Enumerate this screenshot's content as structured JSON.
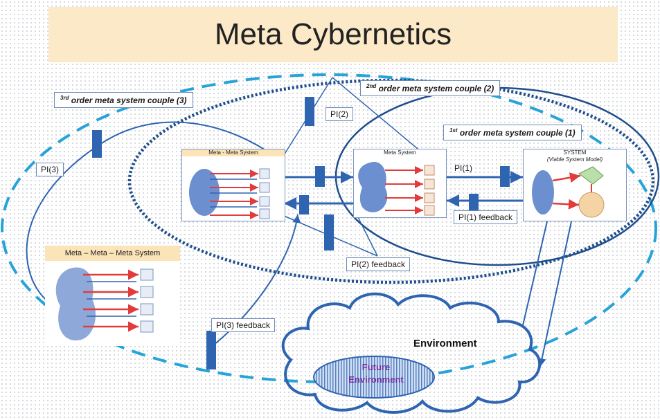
{
  "title": "Meta Cybernetics",
  "orders": {
    "third": {
      "num": "3",
      "suffix": "rd",
      "text": "order meta system couple  (3)"
    },
    "second": {
      "num": "2",
      "suffix": "nd",
      "text": "order meta system couple  (2)"
    },
    "first": {
      "num": "1",
      "suffix": "st",
      "text": "order meta system couple  (1)"
    }
  },
  "labels": {
    "pi3": "PI(3)",
    "pi2": "PI(2)",
    "pi1": "PI(1)",
    "pi1_feedback": "PI(1) feedback",
    "pi2_feedback": "PI(2) feedback",
    "pi3_feedback": "PI(3) feedback"
  },
  "panels": {
    "meta_meta": "Meta - Meta System",
    "meta": "Meta System",
    "system": "SYSTEM",
    "system_sub": "(Viable System Model)",
    "meta_meta_meta": "Meta – Meta – Meta System"
  },
  "environment": "Environment",
  "future_environment_line1": "Future",
  "future_environment_line2": "Environment",
  "colors": {
    "banner": "#fbe9c8",
    "dashed_ellipse": "#27a3d8",
    "dark_blue": "#1f4e8c",
    "arrow_blue": "#2e64b0",
    "blob": "#6b8fcf",
    "red_arrow": "#e23b3b",
    "future_text": "#7030a0"
  }
}
